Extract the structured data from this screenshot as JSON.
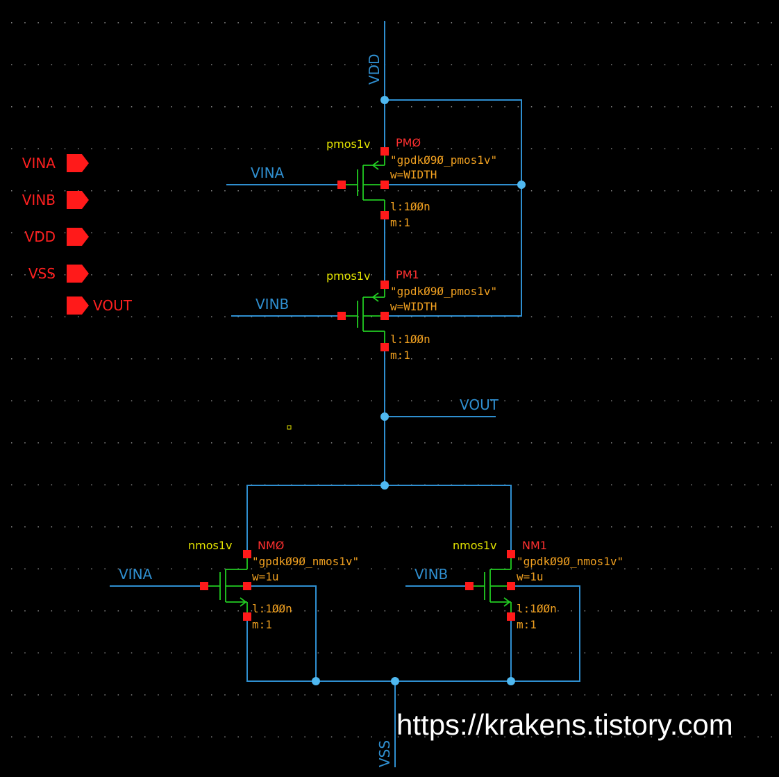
{
  "colors": {
    "wire": "#2f8fd0",
    "dot": "#4fb8f0",
    "pin": "#ff1a1a",
    "device": "#22cc22",
    "cell_name": "#e6e600",
    "inst_name": "#ff3030",
    "prop": "#f0a020",
    "grid": "#8a8a8a"
  },
  "pins": [
    {
      "label": "VINA"
    },
    {
      "label": "VINB"
    },
    {
      "label": "VDD"
    },
    {
      "label": "VSS"
    },
    {
      "label": "VOUT"
    }
  ],
  "nets": {
    "vdd": "VDD",
    "vss": "VSS",
    "vout": "VOUT",
    "vina_pm0": "VINA",
    "vinb_pm1": "VINB",
    "vina_nm0": "VINA",
    "vinb_nm1": "VINB"
  },
  "devices": {
    "pm0": {
      "cell": "pmos1v",
      "name": "PMØ",
      "model": "\"gpdkØ9Ø_pmos1v\"",
      "w": "w=WIDTH",
      "l": "l:1ØØn",
      "m": "m:1"
    },
    "pm1": {
      "cell": "pmos1v",
      "name": "PM1",
      "model": "\"gpdkØ9Ø_pmos1v\"",
      "w": "w=WIDTH",
      "l": "l:1ØØn",
      "m": "m:1"
    },
    "nm0": {
      "cell": "nmos1v",
      "name": "NMØ",
      "model": "\"gpdkØ9Ø_nmos1v\"",
      "w": "w=1u",
      "l": "l:1ØØn",
      "m": "m:1"
    },
    "nm1": {
      "cell": "nmos1v",
      "name": "NM1",
      "model": "\"gpdkØ9Ø_nmos1v\"",
      "w": "w=1u",
      "l": "l:1ØØn",
      "m": "m:1"
    }
  },
  "watermark": "https://krakens.tistory.com"
}
